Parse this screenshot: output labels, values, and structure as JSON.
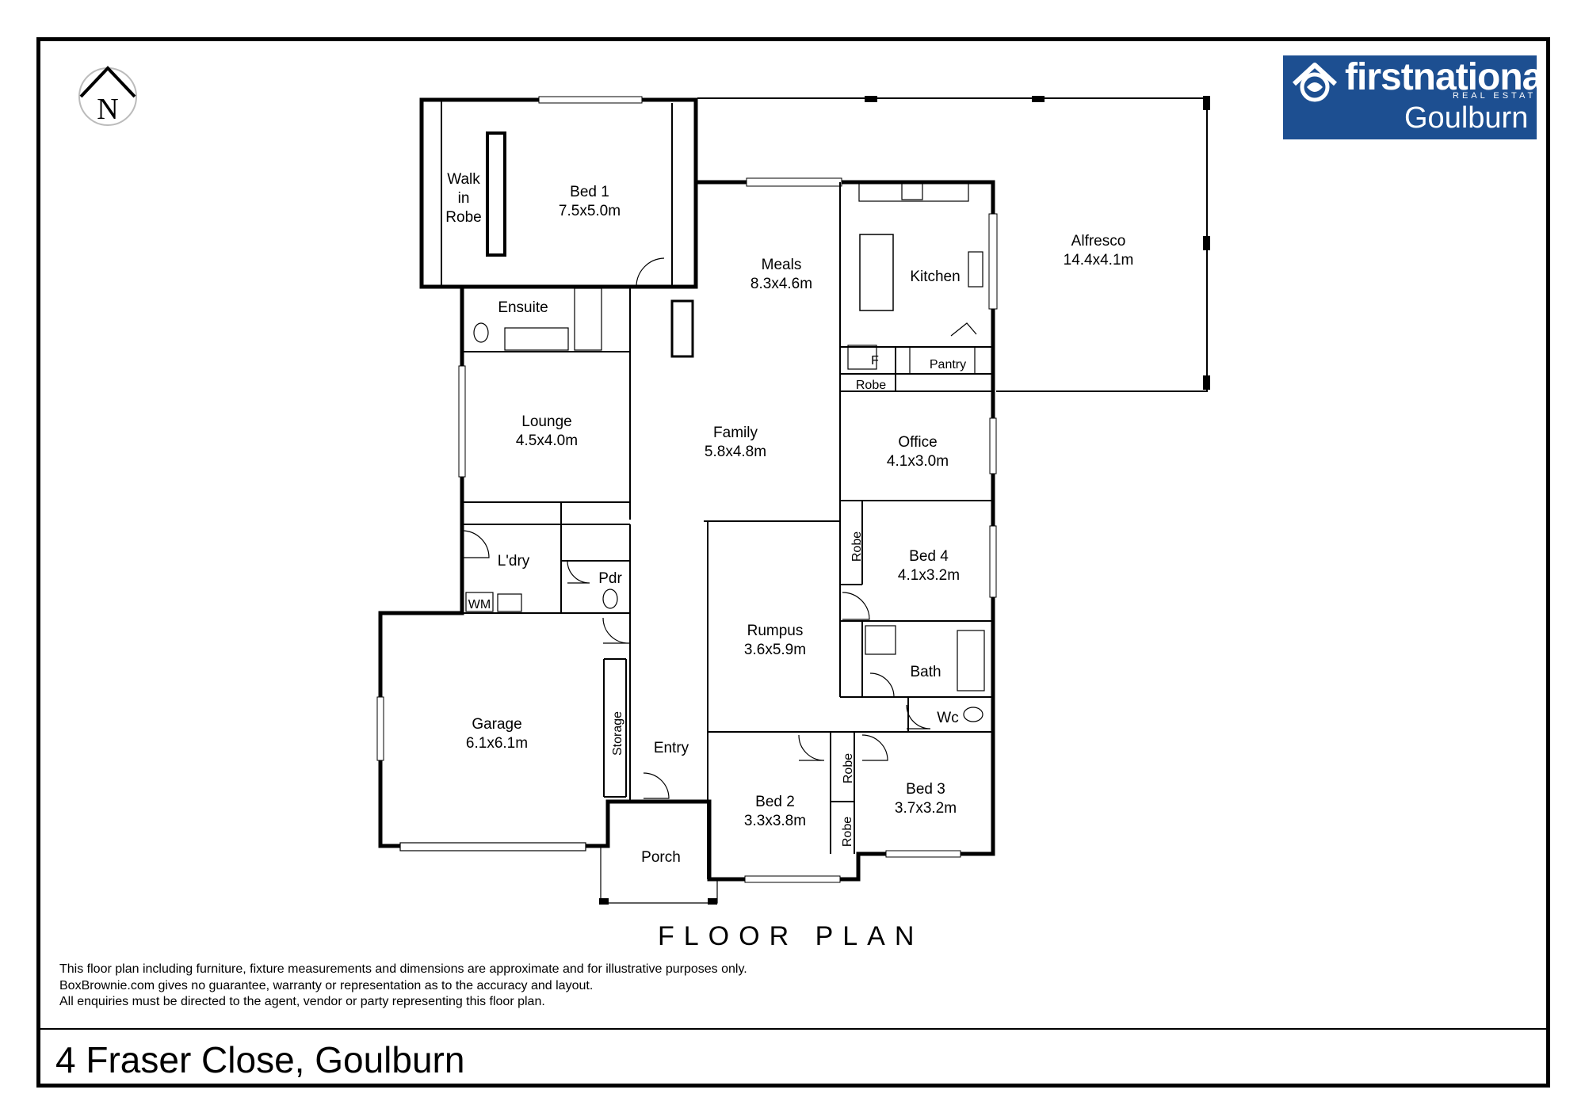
{
  "address": "4 Fraser Close, Goulburn",
  "plan_title": "FLOOR PLAN",
  "disclaimer": [
    "This floor plan including furniture, fixture measurements and dimensions are approximate and for illustrative purposes only.",
    "BoxBrownie.com gives no guarantee, warranty or representation as to the accuracy and layout.",
    "All enquiries must be directed to the agent, vendor or party representing this floor plan."
  ],
  "compass": {
    "label": "N"
  },
  "logo": {
    "name": "firstnational",
    "sub": "REAL ESTATE",
    "city": "Goulburn",
    "color": "#1d4f91"
  },
  "rooms": {
    "walk_in_robe": [
      "Walk",
      "in",
      "Robe"
    ],
    "bed1": {
      "name": "Bed 1",
      "size": "7.5x5.0m"
    },
    "alfresco": {
      "name": "Alfresco",
      "size": "14.4x4.1m"
    },
    "meals": {
      "name": "Meals",
      "size": "8.3x4.6m"
    },
    "kitchen": {
      "name": "Kitchen"
    },
    "ensuite": {
      "name": "Ensuite"
    },
    "fridge": {
      "name": "F"
    },
    "pantry": {
      "name": "Pantry"
    },
    "robe_office": {
      "name": "Robe"
    },
    "lounge": {
      "name": "Lounge",
      "size": "4.5x4.0m"
    },
    "family": {
      "name": "Family",
      "size": "5.8x4.8m"
    },
    "office": {
      "name": "Office",
      "size": "4.1x3.0m"
    },
    "laundry": {
      "name": "L'dry"
    },
    "washing_machine": {
      "name": "WM"
    },
    "powder": {
      "name": "Pdr"
    },
    "robe_bed4": {
      "name": "Robe"
    },
    "bed4": {
      "name": "Bed 4",
      "size": "4.1x3.2m"
    },
    "rumpus": {
      "name": "Rumpus",
      "size": "3.6x5.9m"
    },
    "bath": {
      "name": "Bath"
    },
    "garage": {
      "name": "Garage",
      "size": "6.1x6.1m"
    },
    "storage": {
      "name": "Storage"
    },
    "entry": {
      "name": "Entry"
    },
    "wc": {
      "name": "Wc"
    },
    "bed2": {
      "name": "Bed 2",
      "size": "3.3x3.8m"
    },
    "robe_bed3": {
      "name": "Robe"
    },
    "bed3": {
      "name": "Bed 3",
      "size": "3.7x3.2m"
    },
    "robe_bed2": {
      "name": "Robe"
    },
    "porch": {
      "name": "Porch"
    }
  }
}
